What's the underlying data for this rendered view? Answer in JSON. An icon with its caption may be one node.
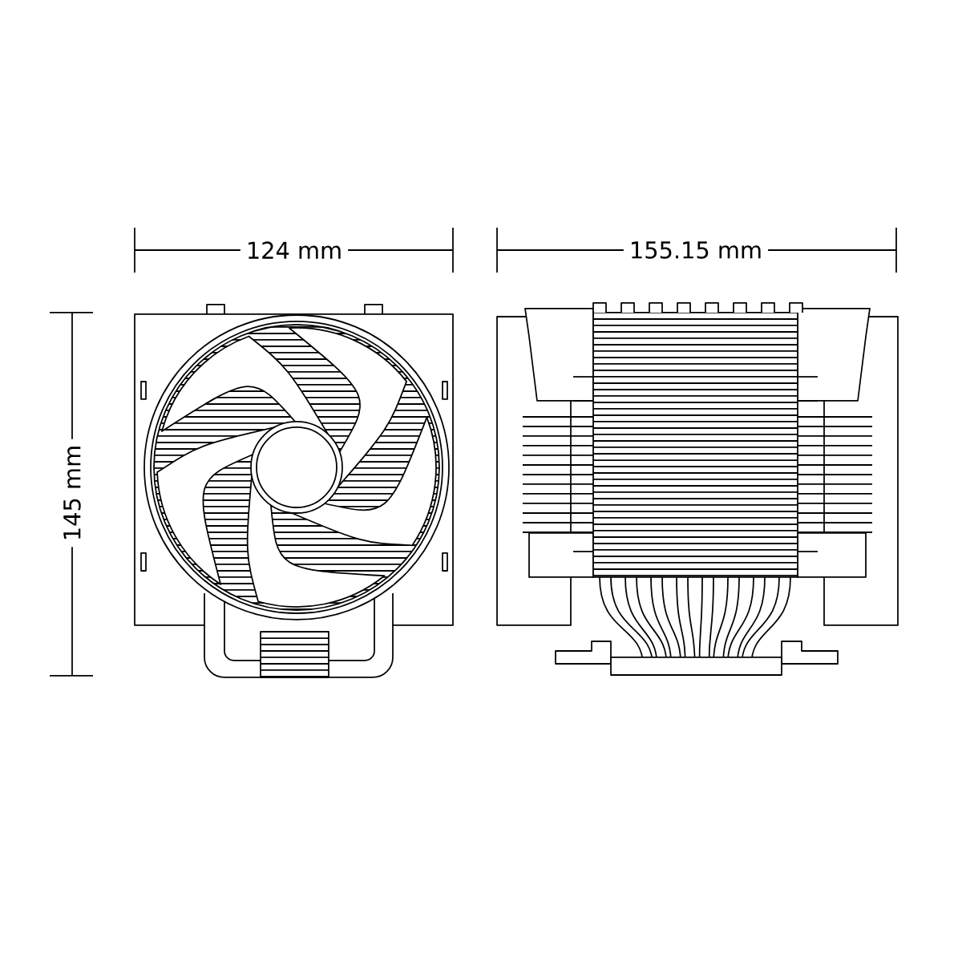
{
  "diagram": {
    "labels": [
      "124 mm",
      "155.15 mm",
      "145 mm"
    ]
  }
}
